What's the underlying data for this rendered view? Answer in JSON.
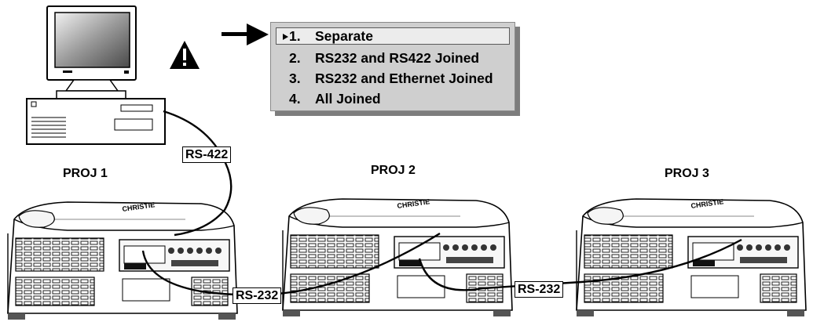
{
  "menu": {
    "items": [
      {
        "number": "1.",
        "label": "Separate",
        "selected": true
      },
      {
        "number": "2.",
        "label": "RS232 and RS422 Joined",
        "selected": false
      },
      {
        "number": "3.",
        "label": "RS232 and Ethernet Joined",
        "selected": false
      },
      {
        "number": "4.",
        "label": "All Joined",
        "selected": false
      }
    ]
  },
  "projectors": [
    {
      "title": "PROJ 1"
    },
    {
      "title": "PROJ 2"
    },
    {
      "title": "PROJ 3"
    }
  ],
  "cables": {
    "rs422_label": "RS-422",
    "rs232_label_1": "RS-232",
    "rs232_label_2": "RS-232"
  },
  "icons": [
    "computer-icon",
    "warning-icon",
    "arrow-right-icon",
    "projector-icon"
  ],
  "colors": {
    "menu_bg": "#cfcfcf",
    "menu_selected_bg": "#ececec",
    "line": "#000000"
  }
}
